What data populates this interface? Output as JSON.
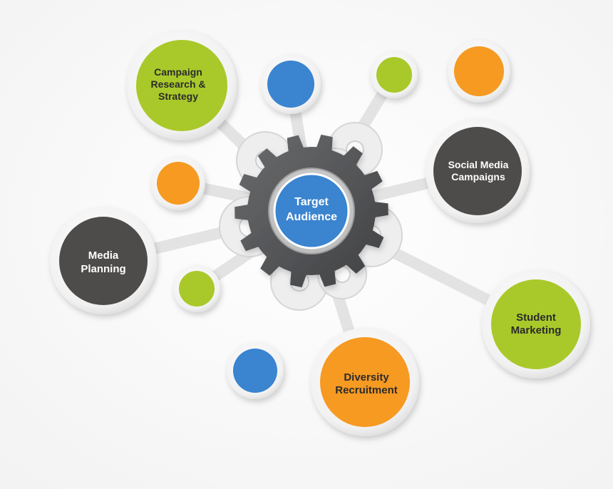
{
  "center": {
    "label_line1": "Target",
    "label_line2": "Audience",
    "color": "#3a84d0"
  },
  "colors": {
    "green": "#a9c92a",
    "blue": "#3a84d0",
    "orange": "#f69a22",
    "dark": "#4d4c4a",
    "gear": "#5c5d5f",
    "ring": "#f4f4f4",
    "connector": "#e6e6e6"
  },
  "nodes": {
    "campaign": {
      "line1": "Campaign",
      "line2": "Research &",
      "line3": "Strategy"
    },
    "social": {
      "line1": "Social Media",
      "line2": "Campaigns"
    },
    "media": {
      "line1": "Media",
      "line2": "Planning"
    },
    "student": {
      "line1": "Student",
      "line2": "Marketing"
    },
    "diversity": {
      "line1": "Diversity",
      "line2": "Recruitment"
    }
  }
}
